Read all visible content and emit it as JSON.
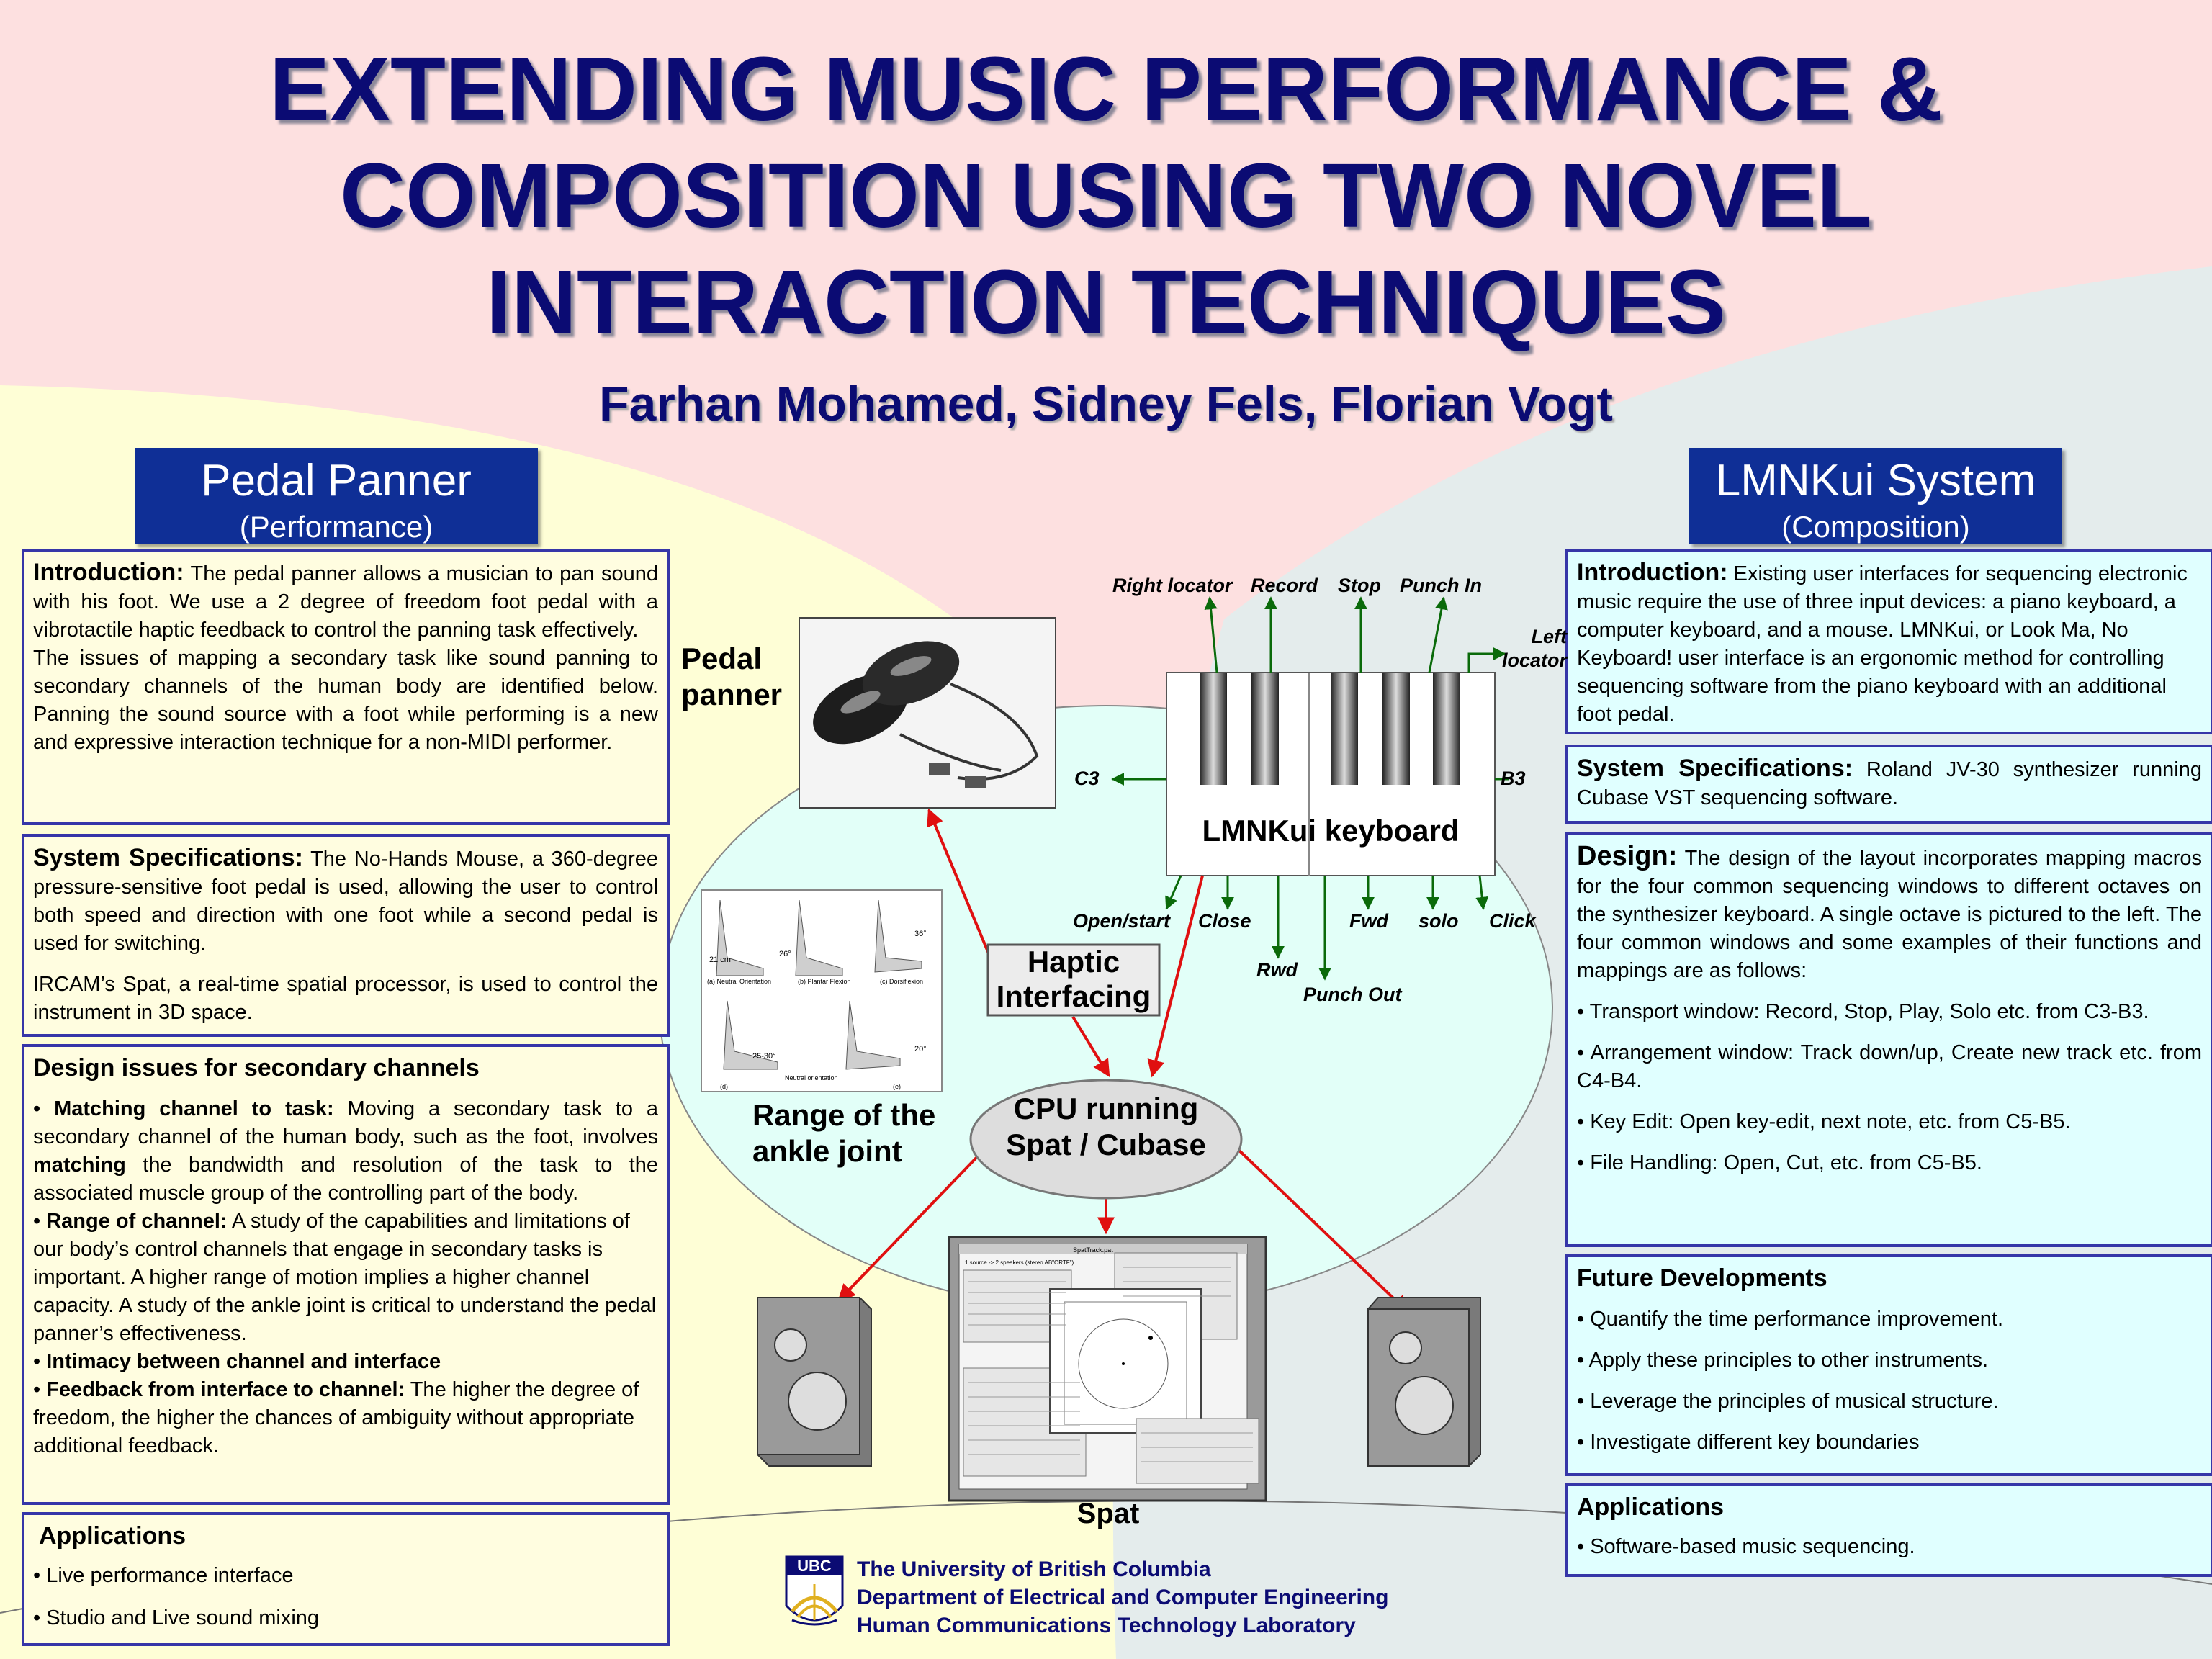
{
  "poster": {
    "title_lines": [
      "EXTENDING MUSIC PERFORMANCE &",
      "COMPOSITION USING TWO NOVEL",
      "INTERACTION TECHNIQUES"
    ],
    "authors": "Farhan Mohamed, Sidney Fels, Florian Vogt"
  },
  "left": {
    "header_title": "Pedal Panner",
    "header_sub": "(Performance)",
    "intro": {
      "heading": "Introduction:",
      "text1": " The pedal panner allows a musician to pan sound with his foot. We use a 2 degree of freedom foot pedal with a vibrotactile haptic feedback to control the panning task effectively.",
      "text2": "The issues of mapping a secondary task like sound panning to secondary channels of the human body are identified below. Panning the sound source with a foot while performing is a new and expressive interaction technique for a non-MIDI performer."
    },
    "specs": {
      "heading": "System Specifications:",
      "text1": " The No-Hands Mouse, a 360-degree pressure-sensitive foot pedal is used, allowing the user to control both speed and direction with one foot while a second pedal is used for switching.",
      "text2": "IRCAM’s Spat, a real-time spatial processor, is used to control the instrument in 3D space."
    },
    "design": {
      "heading": "Design issues for secondary channels",
      "item1_bold": "Matching channel to task:",
      "item1_a": " Moving a secondary task to a secondary channel of the human body, such as the foot, involves ",
      "item1_bold2": "matching",
      "item1_b": " the bandwidth and resolution of the task to the associated muscle group of the controlling part of the body.",
      "item2_bold": "Range of channel:",
      "item2_text": " A study of the capabilities and limitations of our body’s control channels that engage in secondary tasks is important. A higher range of motion implies a higher channel capacity. A study of the ankle joint is critical to understand the pedal panner’s effectiveness.",
      "item3_bold": "Intimacy between channel and interface",
      "item4_bold": "Feedback from interface to channel:",
      "item4_text": "   The higher the degree of freedom, the higher the chances of ambiguity without appropriate additional feedback."
    },
    "apps": {
      "heading": "Applications",
      "items": [
        "• Live performance interface",
        "• Studio and Live sound mixing"
      ]
    }
  },
  "right": {
    "header_title": "LMNKui System",
    "header_sub": "(Composition)",
    "intro": {
      "heading": "Introduction:",
      "text": " Existing user interfaces for sequencing electronic music require the use of three input devices: a piano keyboard, a computer keyboard, and a mouse. LMNKui, or Look Ma, No Keyboard! user interface is an ergonomic method for controlling sequencing software from the piano keyboard with an additional foot pedal."
    },
    "specs": {
      "heading": "System Specifications:",
      "text": " Roland JV-30 synthesizer running Cubase VST sequencing software."
    },
    "design": {
      "heading": "Design:",
      "text": " The design of the layout incorporates mapping macros for the four common sequencing windows to different  octaves on the synthesizer keyboard.  A single octave is pictured to the left. The four common windows and some examples of their functions and mappings are as follows:",
      "items": [
        "• Transport window: Record, Stop, Play, Solo etc. from C3-B3.",
        "• Arrangement window: Track down/up, Create new track etc. from C4-B4.",
        "• Key Edit: Open key-edit, next note, etc. from C5-B5.",
        "• File Handling: Open, Cut, etc. from C5-B5."
      ]
    },
    "future": {
      "heading": "Future Developments",
      "items": [
        "• Quantify the time performance improvement.",
        "• Apply these principles to other instruments.",
        "• Leverage the principles of musical structure.",
        "• Investigate different key boundaries"
      ]
    },
    "apps": {
      "heading": "Applications",
      "items": [
        "• Software-based music sequencing."
      ]
    }
  },
  "diagram": {
    "pedal_label": "Pedal panner",
    "ankle_label": "Range of the ankle joint",
    "haptic_label": "Haptic Interfacing",
    "cpu_label": "CPU running Spat / Cubase",
    "keyboard_label": "LMNKui keyboard",
    "spat_label": "Spat",
    "key_labels": {
      "right_locator": "Right locator",
      "record": "Record",
      "stop": "Stop",
      "punch_in": "Punch In",
      "left_locator": "Left locator",
      "c3": "C3",
      "b3": "B3",
      "open_start": "Open/start",
      "close": "Close",
      "fwd": "Fwd",
      "solo": "solo",
      "click": "Click",
      "rwd": "Rwd",
      "punch_out": "Punch Out"
    },
    "ankle_captions": [
      "(a) Neutral Orientation",
      "(b) Plantar Flexion",
      "(c) Dorsiflexion",
      "Neutral orientation",
      "(d)",
      "(e)",
      "21 cm",
      "26°",
      "36°",
      "25-30°",
      "20°"
    ],
    "spat_window_title": "SpatTrack.pat",
    "spat_caption": "1 source -> 2 speakers (stereo AB\"ORTF\")"
  },
  "footer": {
    "logo": "UBC",
    "lines": [
      "The University of British Columbia",
      "Department of Electrical and Computer Engineering",
      "Human Communications Technology Laboratory"
    ]
  },
  "colors": {
    "title": "#0b0b73",
    "header_bg": "#0f2f96",
    "box_border": "#3636a8",
    "left_box_bg": "#fffde0",
    "right_box_bg": "#e0ffff",
    "top_bg": "#fde0e0",
    "arrow_red": "#e01010",
    "arrow_green": "#0a6a0a"
  }
}
